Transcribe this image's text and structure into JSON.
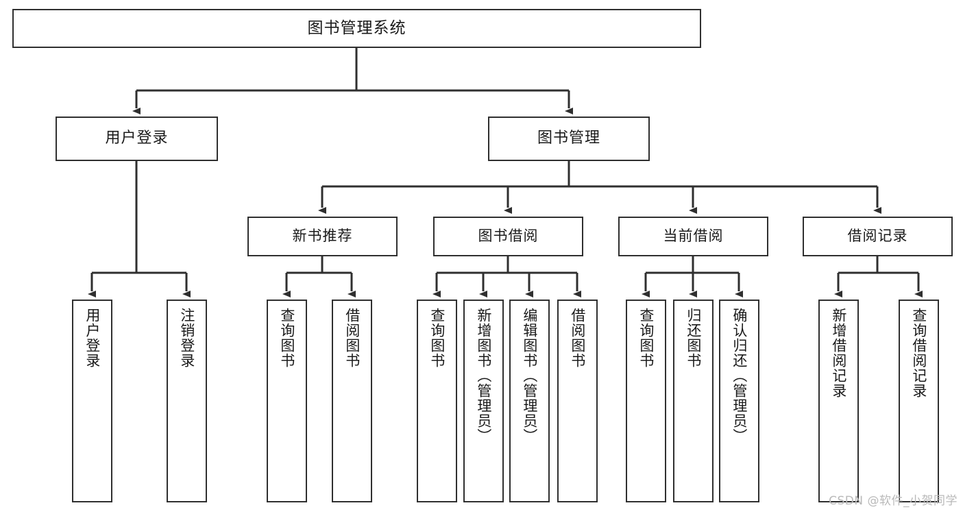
{
  "diagram": {
    "title": "图书管理系统",
    "type": "tree",
    "watermark": "CSDN @软件_小贺同学",
    "colors": {
      "background": "#ffffff",
      "box_border": "#2f2f2f",
      "box_fill": "#ffffff",
      "edge": "#2f2f2f",
      "text": "#1a1a1a",
      "watermark": "#b9b9b9"
    },
    "nodes": {
      "root": {
        "label": "图书管理系统"
      },
      "level2": [
        {
          "label": "用户登录"
        },
        {
          "label": "图书管理"
        }
      ],
      "level3": [
        {
          "label": "新书推荐"
        },
        {
          "label": "图书借阅"
        },
        {
          "label": "当前借阅"
        },
        {
          "label": "借阅记录"
        }
      ],
      "leaves": {
        "user_login": [
          {
            "label": "用户登录"
          },
          {
            "label": "注销登录"
          }
        ],
        "new_book": [
          {
            "label": "查询图书"
          },
          {
            "label": "借阅图书"
          }
        ],
        "book_borrow": [
          {
            "label": "查询图书"
          },
          {
            "label": "新增图书（管理员）"
          },
          {
            "label": "编辑图书（管理员）"
          },
          {
            "label": "借阅图书"
          }
        ],
        "current_borrow": [
          {
            "label": "查询图书"
          },
          {
            "label": "归还图书"
          },
          {
            "label": "确认归还（管理员）"
          }
        ],
        "borrow_record": [
          {
            "label": "新增借阅记录"
          },
          {
            "label": "查询借阅记录"
          }
        ]
      }
    }
  }
}
